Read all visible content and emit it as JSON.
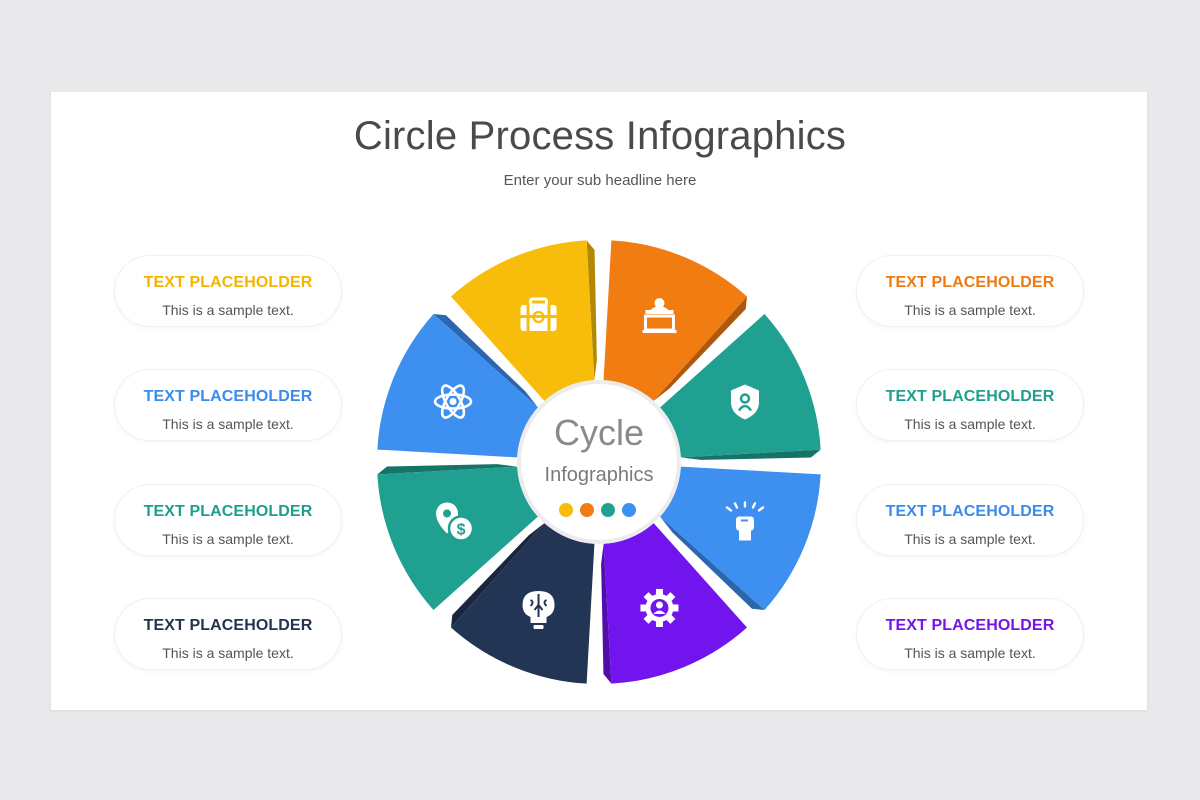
{
  "title": "Circle Process Infographics",
  "subtitle": "Enter your sub headline here",
  "center": {
    "title": "Cycle",
    "subtitle": "Infographics",
    "dot_colors": [
      "#f8bd0a",
      "#f07c12",
      "#1fa090",
      "#3d8ff0"
    ]
  },
  "left_cards": [
    {
      "title": "TEXT PLACEHOLDER",
      "text": "This is a sample text.",
      "color": "#f5b400"
    },
    {
      "title": "TEXT PLACEHOLDER",
      "text": "This is a sample text.",
      "color": "#3b8beb"
    },
    {
      "title": "TEXT PLACEHOLDER",
      "text": "This is a sample text.",
      "color": "#1f9e8c"
    },
    {
      "title": "TEXT PLACEHOLDER",
      "text": "This is a sample text.",
      "color": "#22344f"
    }
  ],
  "right_cards": [
    {
      "title": "TEXT PLACEHOLDER",
      "text": "This is a sample text.",
      "color": "#ef7a12"
    },
    {
      "title": "TEXT PLACEHOLDER",
      "text": "This is a sample text.",
      "color": "#1f9e8c"
    },
    {
      "title": "TEXT PLACEHOLDER",
      "text": "This is a sample text.",
      "color": "#3b8beb"
    },
    {
      "title": "TEXT PLACEHOLDER",
      "text": "This is a sample text.",
      "color": "#7414e8"
    }
  ],
  "segments": [
    {
      "icon": "presenter-icon",
      "color": "#f07c12"
    },
    {
      "icon": "shield-user-icon",
      "color": "#1fa090"
    },
    {
      "icon": "raised-fist-icon",
      "color": "#3d8ff0"
    },
    {
      "icon": "gear-user-icon",
      "color": "#7214ee"
    },
    {
      "icon": "brain-bulb-icon",
      "color": "#233555"
    },
    {
      "icon": "location-dollar-icon",
      "color": "#1fa090"
    },
    {
      "icon": "atom-icon",
      "color": "#3d8ff0"
    },
    {
      "icon": "briefcase-icon",
      "color": "#f8bd0a"
    }
  ]
}
